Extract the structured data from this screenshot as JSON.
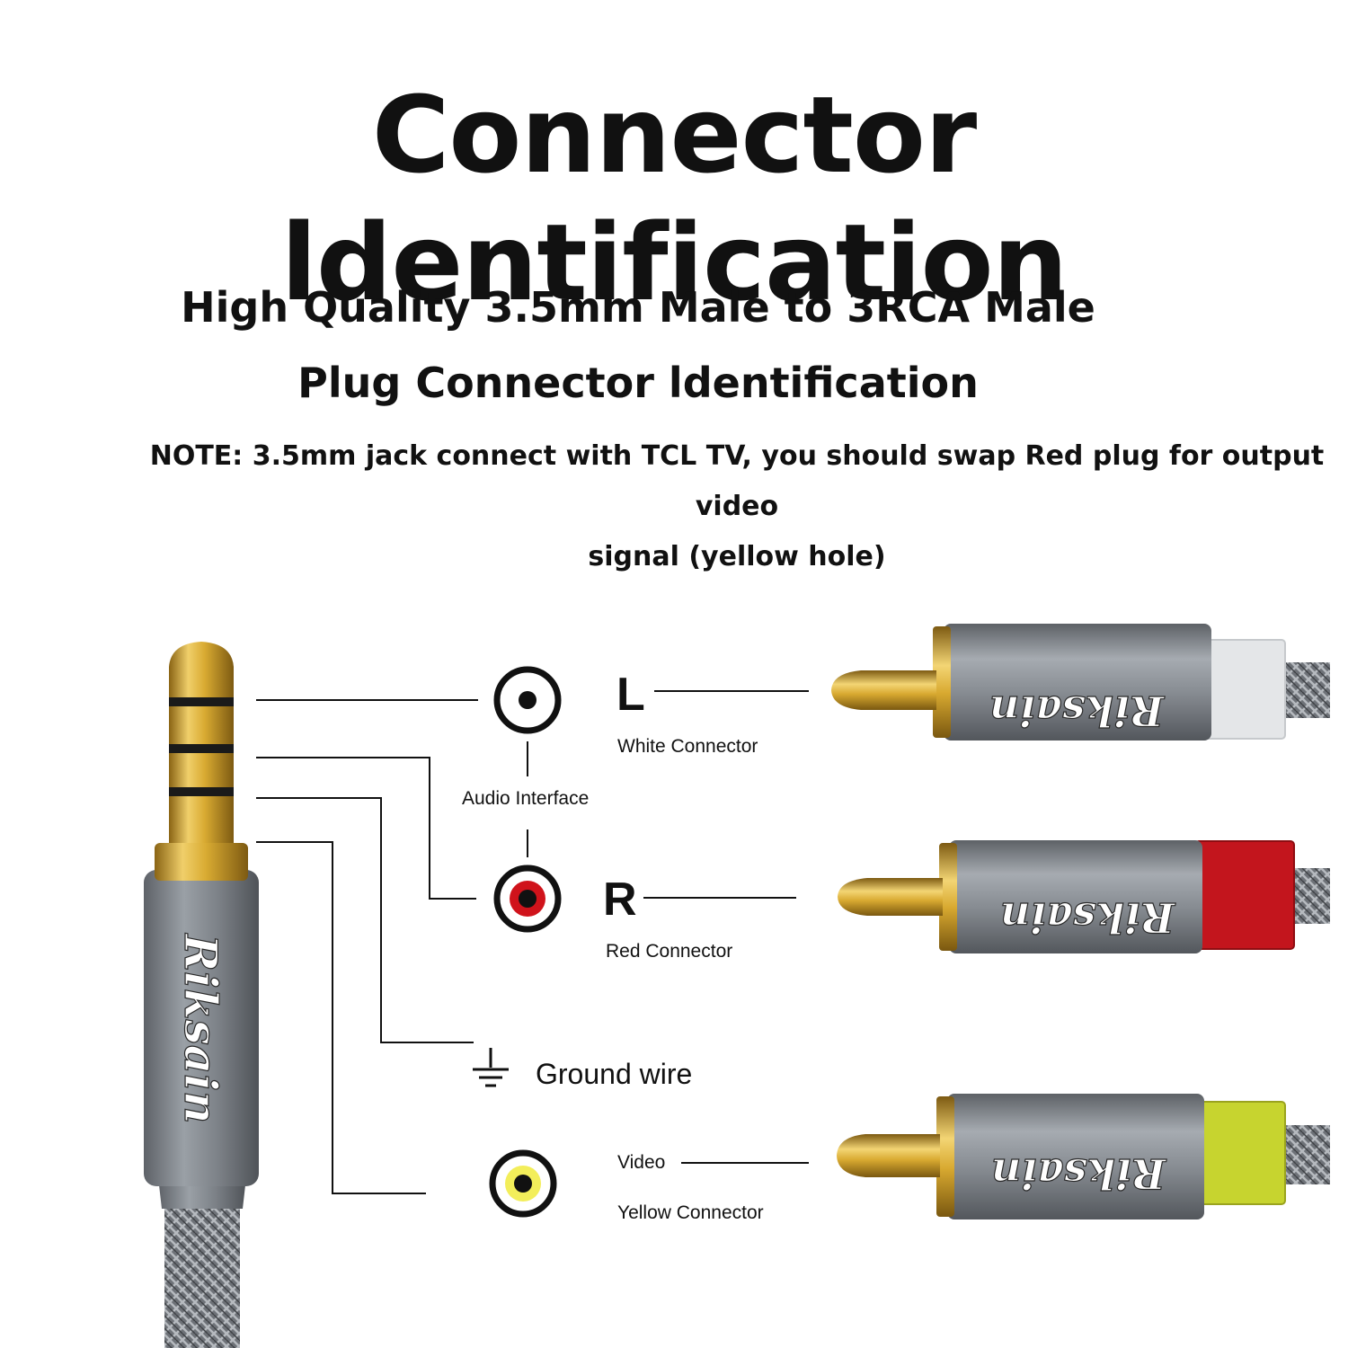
{
  "header": {
    "title": "Connector ldentification",
    "subtitle_line1": "High Quality 3.5mm Male to 3RCA Male",
    "subtitle_line2": "Plug Connector ldentification",
    "note_line1": "NOTE: 3.5mm jack connect with TCL TV, you should swap Red plug for output video",
    "note_line2": "signal (yellow hole)"
  },
  "brand": {
    "name": "Riksain"
  },
  "labels": {
    "left": "L",
    "white_connector": "White Connector",
    "audio_interface": "Audio Interface",
    "right": "R",
    "red_connector": "Red Connector",
    "ground": "Ground wire",
    "video": "Video",
    "yellow_connector": "Yellow Connector"
  },
  "colors": {
    "white_jack": "#f2f2f2",
    "red_jack": "#d0131b",
    "yellow_jack": "#f3ee5a",
    "white_collar": "#e4e6e8",
    "red_collar": "#c3151d",
    "yellow_collar": "#c7d42f",
    "gold": "#d4a62a",
    "housing_gray": "#8b9096"
  }
}
